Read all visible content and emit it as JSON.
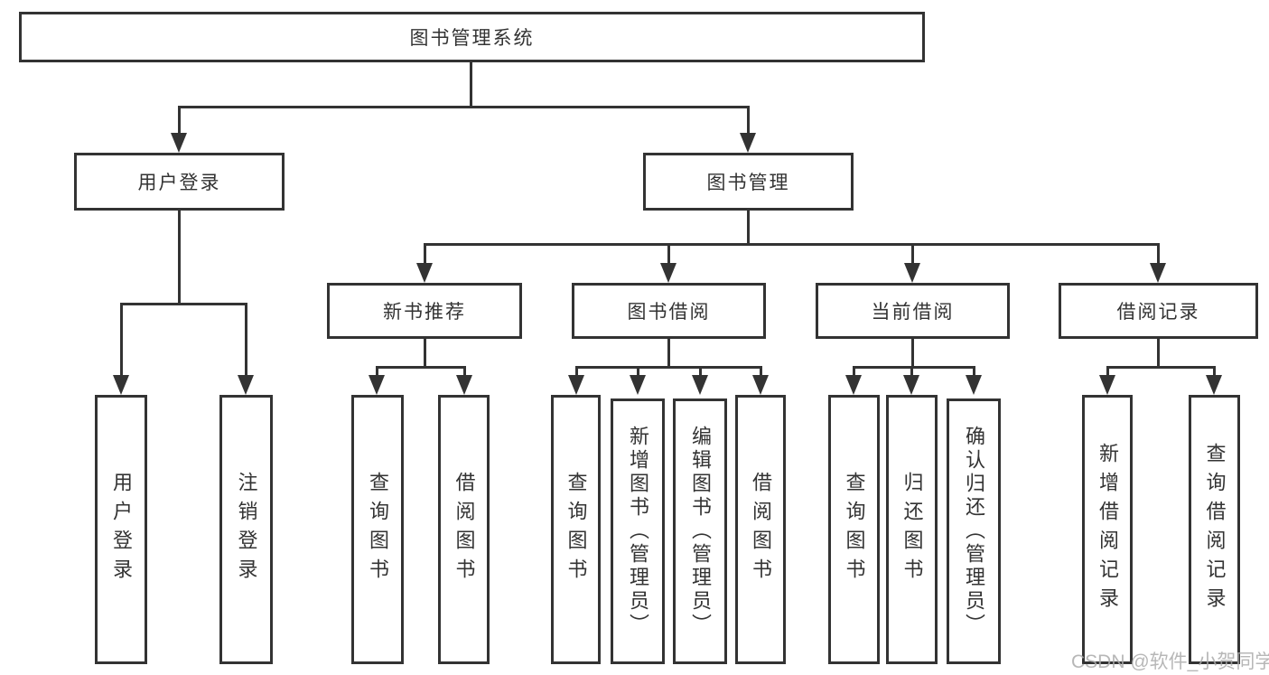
{
  "colors": {
    "line": "#333333",
    "text": "#333333",
    "background": "#ffffff",
    "watermark": "#ababab"
  },
  "watermark": {
    "text": "CSDN @软件_小贺同学"
  },
  "tree": {
    "root": "图书管理系统",
    "children": [
      {
        "label": "用户登录",
        "leaves": [
          "用户登录",
          "注销登录"
        ]
      },
      {
        "label": "图书管理",
        "children": [
          {
            "label": "新书推荐",
            "leaves": [
              "查询图书",
              "借阅图书"
            ]
          },
          {
            "label": "图书借阅",
            "leaves": [
              "查询图书",
              "新增图书（管理员）",
              "编辑图书（管理员）",
              "借阅图书"
            ]
          },
          {
            "label": "当前借阅",
            "leaves": [
              "查询图书",
              "归还图书",
              "确认归还（管理员）"
            ]
          },
          {
            "label": "借阅记录",
            "leaves": [
              "新增借阅记录",
              "查询借阅记录"
            ]
          }
        ]
      }
    ]
  }
}
